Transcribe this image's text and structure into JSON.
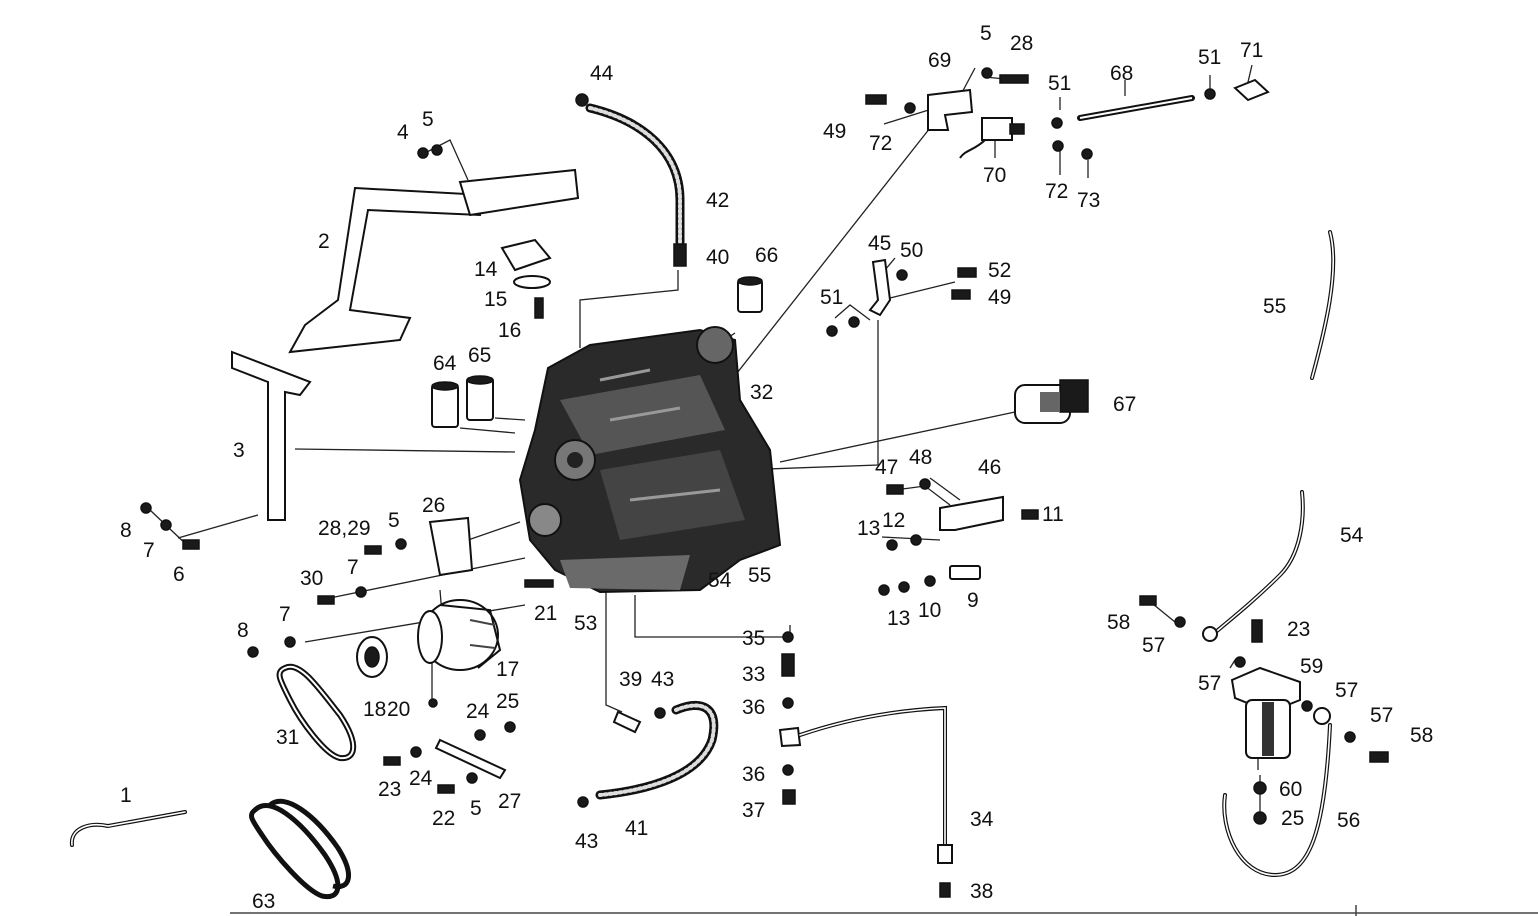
{
  "callouts": [
    {
      "id": "1",
      "text": "1"
    },
    {
      "id": "2",
      "text": "2"
    },
    {
      "id": "3",
      "text": "3"
    },
    {
      "id": "4",
      "text": "4"
    },
    {
      "id": "5a",
      "text": "5"
    },
    {
      "id": "5b",
      "text": "5"
    },
    {
      "id": "5c",
      "text": "5"
    },
    {
      "id": "5d",
      "text": "5"
    },
    {
      "id": "6",
      "text": "6"
    },
    {
      "id": "7a",
      "text": "7"
    },
    {
      "id": "7b",
      "text": "7"
    },
    {
      "id": "7c",
      "text": "7"
    },
    {
      "id": "8a",
      "text": "8"
    },
    {
      "id": "8b",
      "text": "8"
    },
    {
      "id": "9",
      "text": "9"
    },
    {
      "id": "10",
      "text": "10"
    },
    {
      "id": "11",
      "text": "11"
    },
    {
      "id": "12",
      "text": "12"
    },
    {
      "id": "13a",
      "text": "13"
    },
    {
      "id": "13b",
      "text": "13"
    },
    {
      "id": "14",
      "text": "14"
    },
    {
      "id": "15",
      "text": "15"
    },
    {
      "id": "16",
      "text": "16"
    },
    {
      "id": "17",
      "text": "17"
    },
    {
      "id": "18",
      "text": "18"
    },
    {
      "id": "20",
      "text": "20"
    },
    {
      "id": "21",
      "text": "21"
    },
    {
      "id": "22",
      "text": "22"
    },
    {
      "id": "23a",
      "text": "23"
    },
    {
      "id": "23b",
      "text": "23"
    },
    {
      "id": "24a",
      "text": "24"
    },
    {
      "id": "24b",
      "text": "24"
    },
    {
      "id": "25a",
      "text": "25"
    },
    {
      "id": "25b",
      "text": "25"
    },
    {
      "id": "26",
      "text": "26"
    },
    {
      "id": "27",
      "text": "27"
    },
    {
      "id": "2829",
      "text": "28,29"
    },
    {
      "id": "28",
      "text": "28"
    },
    {
      "id": "30",
      "text": "30"
    },
    {
      "id": "31",
      "text": "31"
    },
    {
      "id": "32",
      "text": "32"
    },
    {
      "id": "33",
      "text": "33"
    },
    {
      "id": "34",
      "text": "34"
    },
    {
      "id": "35",
      "text": "35"
    },
    {
      "id": "36a",
      "text": "36"
    },
    {
      "id": "36b",
      "text": "36"
    },
    {
      "id": "37",
      "text": "37"
    },
    {
      "id": "38",
      "text": "38"
    },
    {
      "id": "39",
      "text": "39"
    },
    {
      "id": "40",
      "text": "40"
    },
    {
      "id": "41",
      "text": "41"
    },
    {
      "id": "42",
      "text": "42"
    },
    {
      "id": "43a",
      "text": "43"
    },
    {
      "id": "43b",
      "text": "43"
    },
    {
      "id": "44",
      "text": "44"
    },
    {
      "id": "45",
      "text": "45"
    },
    {
      "id": "46",
      "text": "46"
    },
    {
      "id": "47",
      "text": "47"
    },
    {
      "id": "48",
      "text": "48"
    },
    {
      "id": "49a",
      "text": "49"
    },
    {
      "id": "49b",
      "text": "49"
    },
    {
      "id": "50",
      "text": "50"
    },
    {
      "id": "51a",
      "text": "51"
    },
    {
      "id": "51b",
      "text": "51"
    },
    {
      "id": "51c",
      "text": "51"
    },
    {
      "id": "52",
      "text": "52"
    },
    {
      "id": "53",
      "text": "53"
    },
    {
      "id": "54a",
      "text": "54"
    },
    {
      "id": "54b",
      "text": "54"
    },
    {
      "id": "55a",
      "text": "55"
    },
    {
      "id": "55b",
      "text": "55"
    },
    {
      "id": "56",
      "text": "56"
    },
    {
      "id": "57a",
      "text": "57"
    },
    {
      "id": "57b",
      "text": "57"
    },
    {
      "id": "57c",
      "text": "57"
    },
    {
      "id": "57d",
      "text": "57"
    },
    {
      "id": "58a",
      "text": "58"
    },
    {
      "id": "58b",
      "text": "58"
    },
    {
      "id": "59",
      "text": "59"
    },
    {
      "id": "60",
      "text": "60"
    },
    {
      "id": "63",
      "text": "63"
    },
    {
      "id": "64",
      "text": "64"
    },
    {
      "id": "65",
      "text": "65"
    },
    {
      "id": "66",
      "text": "66"
    },
    {
      "id": "67",
      "text": "67"
    },
    {
      "id": "68",
      "text": "68"
    },
    {
      "id": "69",
      "text": "69"
    },
    {
      "id": "70",
      "text": "70"
    },
    {
      "id": "71",
      "text": "71"
    },
    {
      "id": "72a",
      "text": "72"
    },
    {
      "id": "72b",
      "text": "72"
    },
    {
      "id": "73",
      "text": "73"
    }
  ],
  "colors": {
    "ink": "#111111",
    "paper": "#ffffff"
  }
}
